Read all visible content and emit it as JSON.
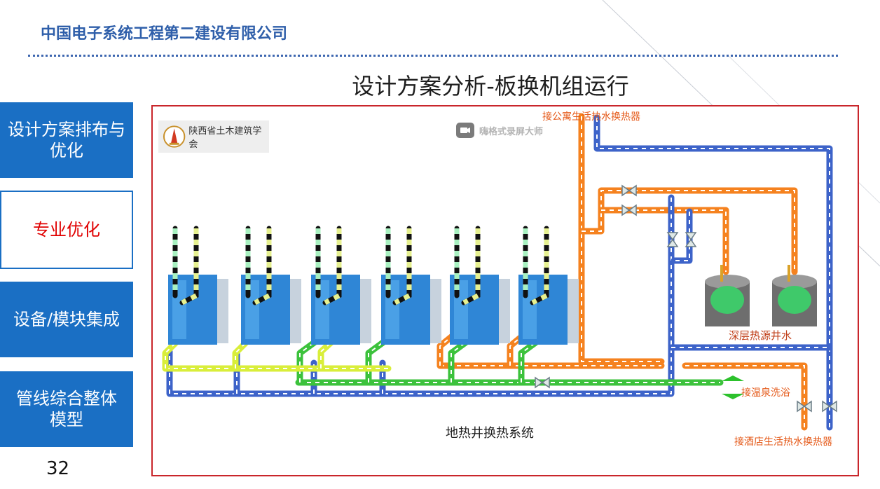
{
  "header": {
    "company": "中国电子系统工程第二建设有限公司"
  },
  "slide": {
    "title": "设计方案分析-板换机组运行",
    "page_number": "32"
  },
  "sidebar": {
    "items": [
      {
        "label": "设计方案排布与优化",
        "active": false
      },
      {
        "label": "专业优化",
        "active": true
      },
      {
        "label": "设备/模块集成",
        "active": false
      },
      {
        "label": "管线综合整体模型",
        "active": false
      }
    ]
  },
  "diagram": {
    "logo_text": "陕西省土木建筑学会",
    "watermark_text": "嗨格式录屏大师",
    "labels": {
      "apartment_hx": "接公寓生活热水换热器",
      "deep_well": "深层热源井水",
      "hot_spring": "接温泉洗浴",
      "hotel_hx": "接酒店生活热水换热器",
      "system_name": "地热井换热系统"
    }
  },
  "colors": {
    "brand_blue": "#1a6fc4",
    "title_blue": "#2f5faa",
    "active_red": "#e00000",
    "frame_red": "#c9262b",
    "pipe_orange": "#f5821f",
    "pipe_blue": "#3d63c9",
    "pipe_green": "#3cc23c",
    "pipe_yellow": "#d9ee3a"
  }
}
